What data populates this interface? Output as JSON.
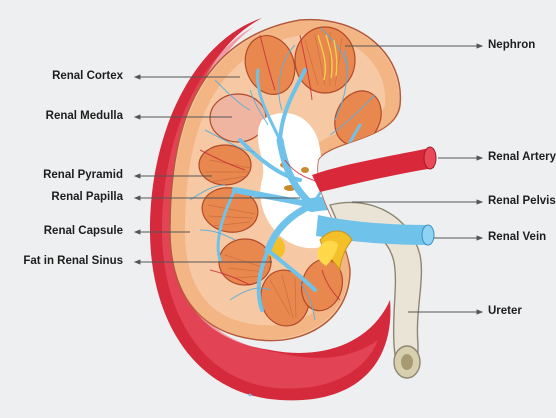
{
  "diagram": {
    "left_labels": [
      "Renal Cortex",
      "Renal Medulla",
      "Renal Pyramid",
      "Renal Papilla",
      "Renal Capsule",
      "Fat in Renal Sinus"
    ],
    "right_labels": [
      "Nephron",
      "Renal Artery",
      "Renal Pelvis",
      "Renal Vein",
      "Ureter"
    ],
    "colors": {
      "background": "#edeff0",
      "capsule": "#d42a3c",
      "cortex": "#f2a46c",
      "pyramid": "#e8884f",
      "vein": "#6fc3ea",
      "artery": "#d8283a",
      "fat": "#f4c02a",
      "ureter": "#e9e4d6"
    }
  }
}
